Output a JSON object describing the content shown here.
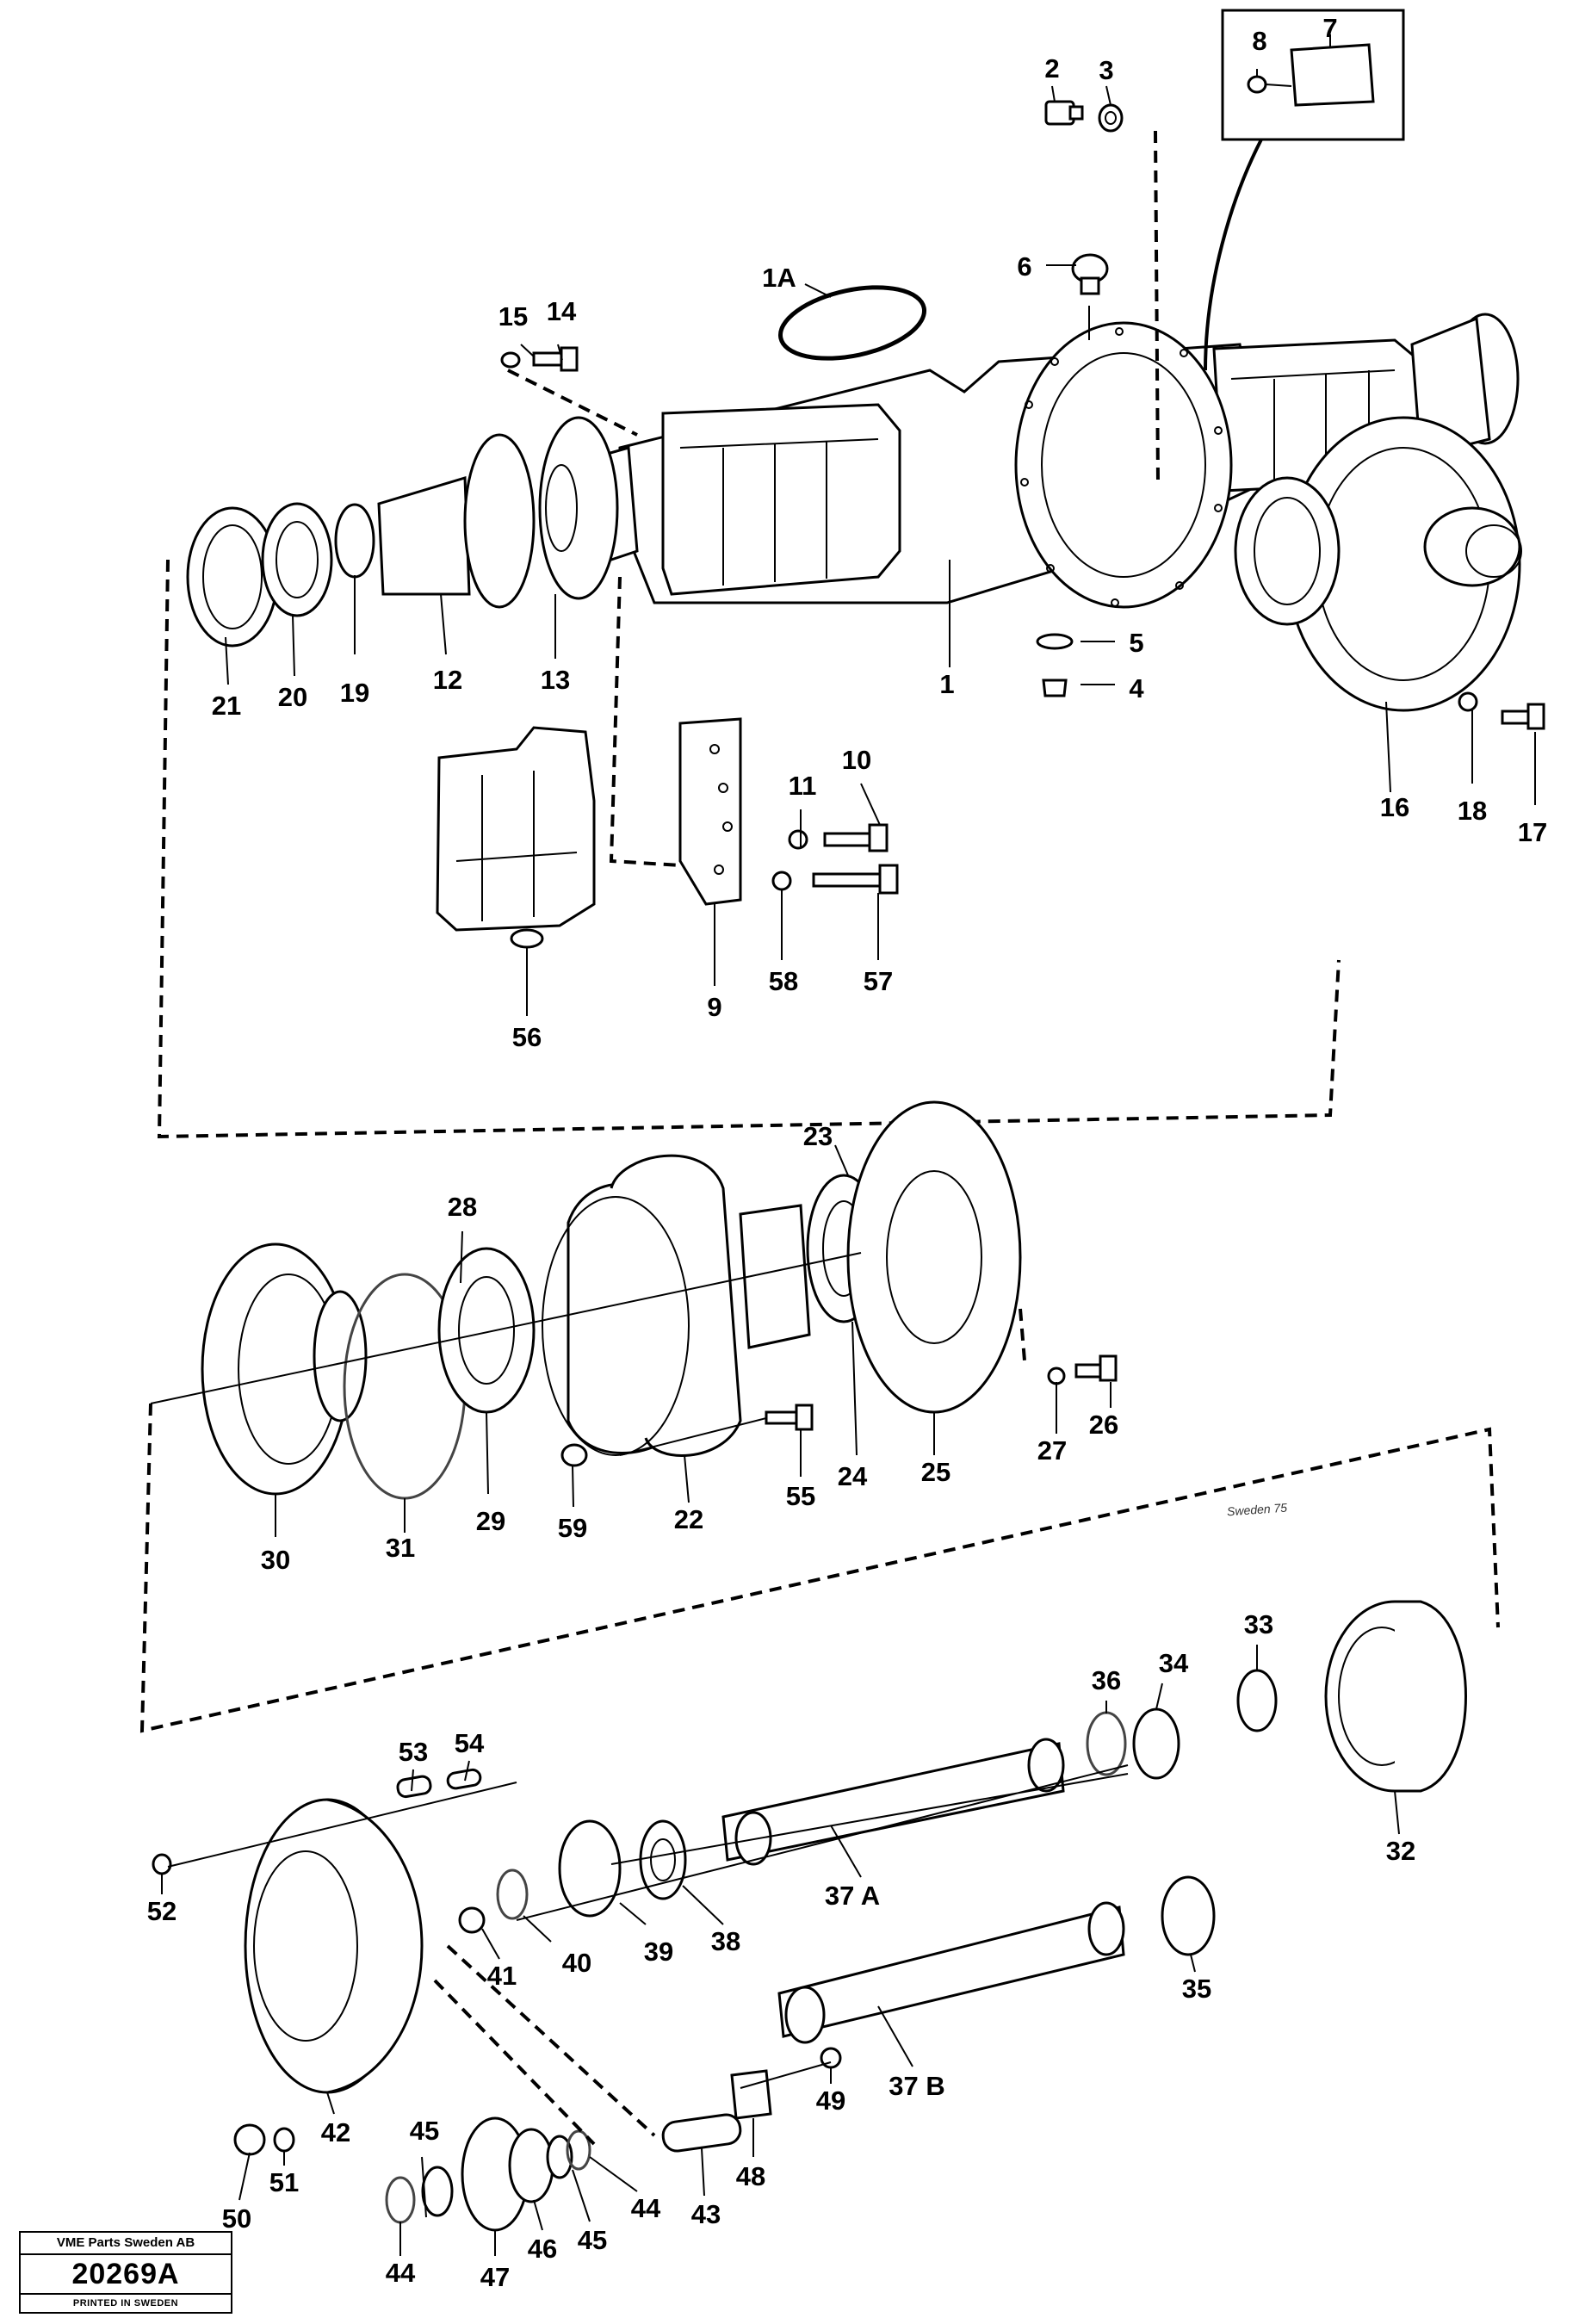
{
  "diagram": {
    "labels": {
      "p1": "1",
      "p1A": "1A",
      "p2": "2",
      "p3": "3",
      "p4": "4",
      "p5": "5",
      "p6": "6",
      "p7": "7",
      "p8": "8",
      "p9": "9",
      "p10": "10",
      "p11": "11",
      "p12": "12",
      "p13": "13",
      "p14": "14",
      "p15": "15",
      "p16": "16",
      "p17": "17",
      "p18": "18",
      "p19": "19",
      "p20": "20",
      "p21": "21",
      "p22": "22",
      "p23": "23",
      "p24": "24",
      "p25": "25",
      "p26": "26",
      "p27": "27",
      "p28": "28",
      "p29": "29",
      "p30": "30",
      "p31": "31",
      "p32": "32",
      "p33": "33",
      "p34": "34",
      "p35": "35",
      "p36": "36",
      "p37A": "37 A",
      "p37B": "37 B",
      "p38": "38",
      "p39": "39",
      "p40": "40",
      "p41": "41",
      "p42": "42",
      "p43": "43",
      "p44a": "44",
      "p44b": "44",
      "p45a": "45",
      "p45b": "45",
      "p46": "46",
      "p47": "47",
      "p48": "48",
      "p49": "49",
      "p50": "50",
      "p51": "51",
      "p52": "52",
      "p53": "53",
      "p54": "54",
      "p55": "55",
      "p56": "56",
      "p57": "57",
      "p58": "58",
      "p59": "59"
    },
    "drawing_marks": "Sweden 75"
  },
  "stamp": {
    "company": "VME Parts Sweden AB",
    "number": "20269A",
    "printed": "PRINTED IN SWEDEN"
  }
}
